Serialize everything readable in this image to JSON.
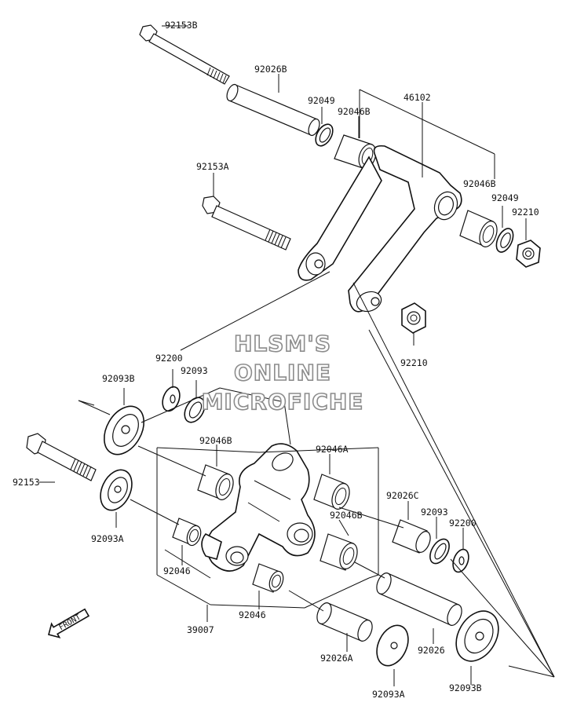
{
  "watermark": {
    "line1": "HLSM'S",
    "line2": "ONLINE",
    "line3": "MICROFICHE"
  },
  "front_label": "FRONT",
  "parts": {
    "p92153B": "92153B",
    "p92026B": "92026B",
    "p92049_top": "92049",
    "p92046B_top": "92046B",
    "p46102": "46102",
    "p92153A": "92153A",
    "p92046B_right": "92046B",
    "p92049_right": "92049",
    "p92210_right": "92210",
    "p92210_low": "92210",
    "p92200_left": "92200",
    "p92093_left": "92093",
    "p92093B_left": "92093B",
    "p92046B_mid": "92046B",
    "p92046A": "92046A",
    "p92153": "92153",
    "p92026C": "92026C",
    "p92093_right": "92093",
    "p92200_right": "92200",
    "p92046B_low": "92046B",
    "p92093A_left": "92093A",
    "p92046_left": "92046",
    "p92046_low": "92046",
    "p39007": "39007",
    "p92026A": "92026A",
    "p92026": "92026",
    "p92093A_bottom": "92093A",
    "p92093B_bottom": "92093B"
  }
}
